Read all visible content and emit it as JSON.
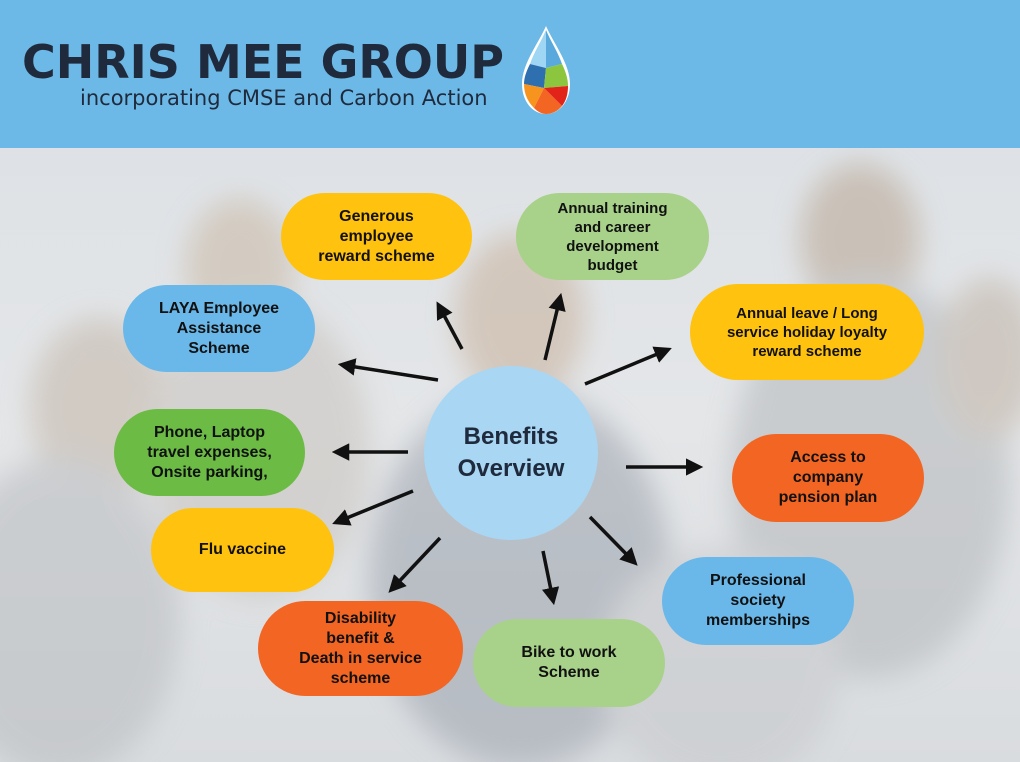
{
  "brand": {
    "title": "CHRIS MEE GROUP",
    "subtitle": "incorporating CMSE and Carbon Action",
    "logo_icon": "water-drop-logo"
  },
  "center": {
    "label": "Benefits\nOverview"
  },
  "benefits": [
    {
      "label": "Generous\nemployee\nreward scheme",
      "color": "#ffc20e"
    },
    {
      "label": "Annual training\nand career\ndevelopment\nbudget",
      "color": "#a8d18a"
    },
    {
      "label": "Annual leave / Long\nservice holiday loyalty\nreward scheme",
      "color": "#ffc20e"
    },
    {
      "label": "Access to\ncompany\npension plan",
      "color": "#f26522"
    },
    {
      "label": "Professional\nsociety\nmemberships",
      "color": "#6ab8ea"
    },
    {
      "label": "Bike to work\nScheme",
      "color": "#a8d18a"
    },
    {
      "label": "Disability\nbenefit &\nDeath in service\nscheme",
      "color": "#f26522"
    },
    {
      "label": "Flu vaccine",
      "color": "#ffc20e"
    },
    {
      "label": "Phone, Laptop\ntravel expenses,\nOnsite parking,",
      "color": "#6cbb45"
    },
    {
      "label": "LAYA Employee\nAssistance\nScheme",
      "color": "#6ab8ea"
    }
  ],
  "colors": {
    "header": "#6cb8e6",
    "brand_text": "#1f2a3c",
    "center": "#a9d6f3",
    "arrow": "#111111"
  }
}
